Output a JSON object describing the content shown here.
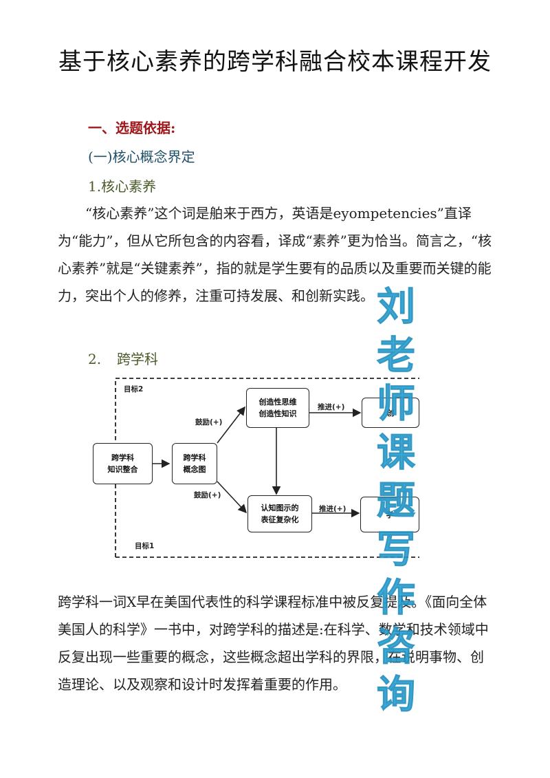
{
  "title": "基于核心素养的跨学科融合校本课程开发",
  "sections": {
    "section1_heading": "一、选题依据:",
    "subsection1_heading": "(一)核心概念界定",
    "item1_heading": "1.核心素养",
    "item1_paragraph": "“核心素养”这个词是舶来于西方，英语是eyompetencies”直译为“能力”，但从它所包含的内容看，译成“素养”更为恰当。简言之，“核心素养”就是“关键素养”，指的就是学生要有的品质以及重要而关键的能力，突出个人的修养，注重可持发展、和创新实践。",
    "item2_number": "2.",
    "item2_label": "跨学科",
    "item2_paragraph": "跨学科一词X早在美国代表性的科学课程标准中被反复提及。《面向全体美国人的科学》一书中，对跨学科的描述是:在科学、数学和技术领域中反复出现一些重要的概念，这些概念超出学科的界限，在说明事物、创造理论、以及观察和设计时发挥着重要的作用。"
  },
  "diagram": {
    "goal2_label": "目标2",
    "goal1_label": "目标1",
    "box_integration": "跨学科\n知识整合",
    "box_concept_map": "跨学科\n概念图",
    "box_creative": "创造性思维\n创造性知识",
    "box_cognitive": "认知图示的\n表征复杂化",
    "box_right_top": "创",
    "box_right_bottom": "学",
    "arrow_encourage_top": "鼓励(+)",
    "arrow_encourage_bottom": "鼓励(+)",
    "arrow_promote_top": "推进(+)",
    "arrow_promote_bottom": "推进(+)"
  },
  "watermark": {
    "chars": [
      "刘",
      "老",
      "师",
      "课",
      "题",
      "写",
      "作",
      "咨",
      "询"
    ],
    "color": "#2fa7d8"
  }
}
